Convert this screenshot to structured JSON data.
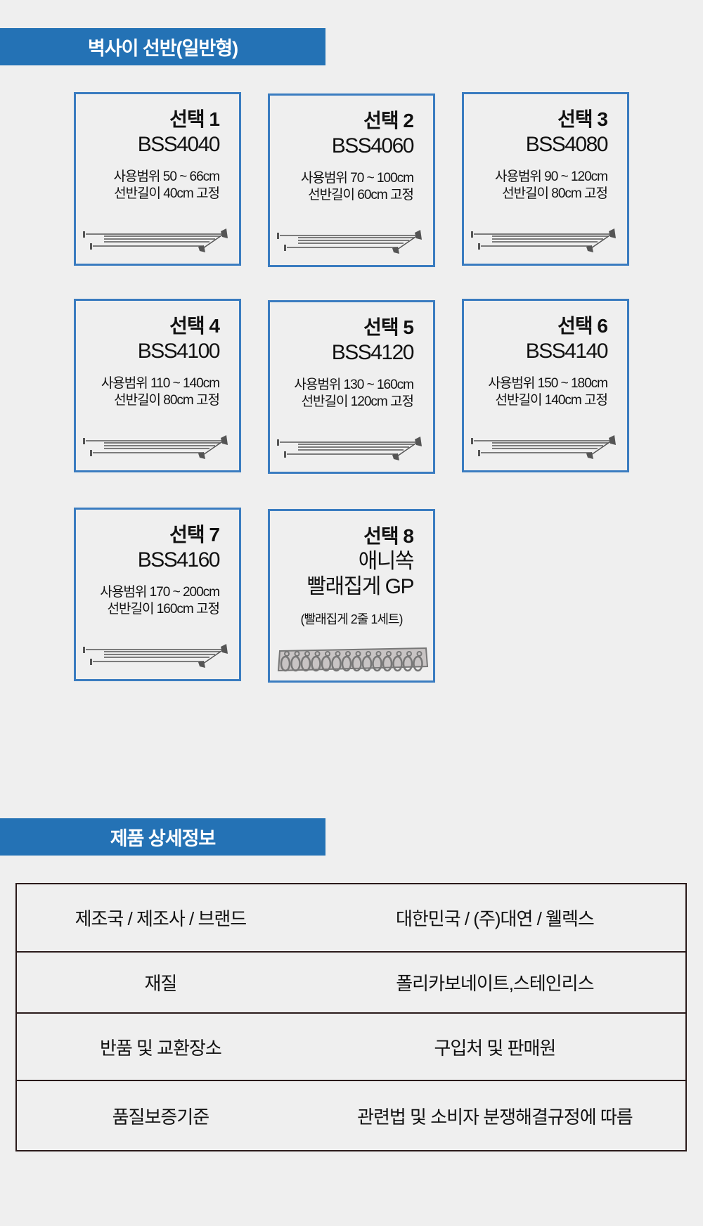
{
  "section1": {
    "title": "벽사이 선반(일반형)"
  },
  "options": [
    {
      "label": "선택 1",
      "model": "BSS4040",
      "range": "사용범위 50 ~ 66cm",
      "length": "선반길이 40cm 고정"
    },
    {
      "label": "선택 2",
      "model": "BSS4060",
      "range": "사용범위 70 ~ 100cm",
      "length": "선반길이 60cm 고정"
    },
    {
      "label": "선택 3",
      "model": "BSS4080",
      "range": "사용범위 90 ~ 120cm",
      "length": "선반길이 80cm 고정"
    },
    {
      "label": "선택 4",
      "model": "BSS4100",
      "range": "사용범위 110 ~ 140cm",
      "length": "선반길이 80cm 고정"
    },
    {
      "label": "선택 5",
      "model": "BSS4120",
      "range": "사용범위 130 ~ 160cm",
      "length": "선반길이 120cm 고정"
    },
    {
      "label": "선택 6",
      "model": "BSS4140",
      "range": "사용범위 150 ~ 180cm",
      "length": "선반길이 140cm 고정"
    },
    {
      "label": "선택 7",
      "model": "BSS4160",
      "range": "사용범위 170 ~ 200cm",
      "length": "선반길이 160cm 고정"
    },
    {
      "label": "선택 8",
      "model_line1": "애니쏙",
      "model_line2": "빨래집게 GP",
      "note": "(빨래집게 2줄 1세트)"
    }
  ],
  "section2": {
    "title": "제품 상세정보"
  },
  "details": [
    {
      "key": "제조국 / 제조사 / 브랜드",
      "value": "대한민국 / (주)대연 / 웰렉스"
    },
    {
      "key": "재질",
      "value": "폴리카보네이트,스테인리스"
    },
    {
      "key": "반품 및 교환장소",
      "value": "구입처 및 판매원"
    },
    {
      "key": "품질보증기준",
      "value": "관련법 및 소비자 분쟁해결규정에 따름"
    }
  ]
}
